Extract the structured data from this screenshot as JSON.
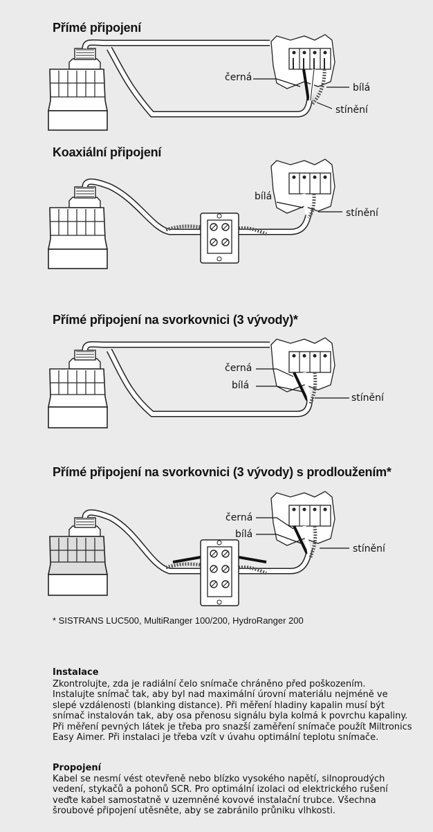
{
  "diagrams": [
    {
      "title": "Přímé připojení",
      "labels": {
        "black": "černá",
        "white": "bílá",
        "shield": "stínění"
      }
    },
    {
      "title": "Koaxiální připojení",
      "labels": {
        "white": "bílá",
        "shield": "stínění"
      }
    },
    {
      "title": "Přímé připojení na svorkovnici (3 vývody)*",
      "labels": {
        "black": "černá",
        "white": "bílá",
        "shield": "stínění"
      }
    },
    {
      "title": "Přímé připojení na svorkovnici (3 vývody) s prodloužením*",
      "labels": {
        "black": "černá",
        "white": "bílá",
        "shield": "stínění"
      }
    }
  ],
  "footnote": "* SISTRANS LUC500, MultiRanger 100/200, HydroRanger 200",
  "sections": [
    {
      "title": "Instalace",
      "lines": [
        "Zkontrolujte, zda je radiální čelo snímače chráněno před poškozením.",
        "Instalujte snímač tak, aby byl nad maximální úrovní materiálu nejméně ve",
        "slepé vzdálenosti (blanking distance). Při měření hladiny kapalin musí být",
        "snímač instalován tak, aby osa přenosu signálu byla kolmá k povrchu kapaliny.",
        "Při měření pevných látek je třeba pro snazší zaměření snímače použít Miltronics",
        "Easy Aimer. Při instalaci je třeba vzít v úvahu optimální teplotu snímače."
      ]
    },
    {
      "title": "Propojení",
      "lines": [
        "Kabel se nesmí vést otevřeně nebo blízko vysokého napětí, silnoproudých",
        "vedení, stykačů a pohonů SCR. Pro optimální izolaci od elektrického rušení",
        "veďte kabel samostatně v uzemněné kovové instalační trubce. Všechna",
        "šroubové připojení utěsněte, aby se zabránilo průniku vlhkosti."
      ]
    }
  ]
}
